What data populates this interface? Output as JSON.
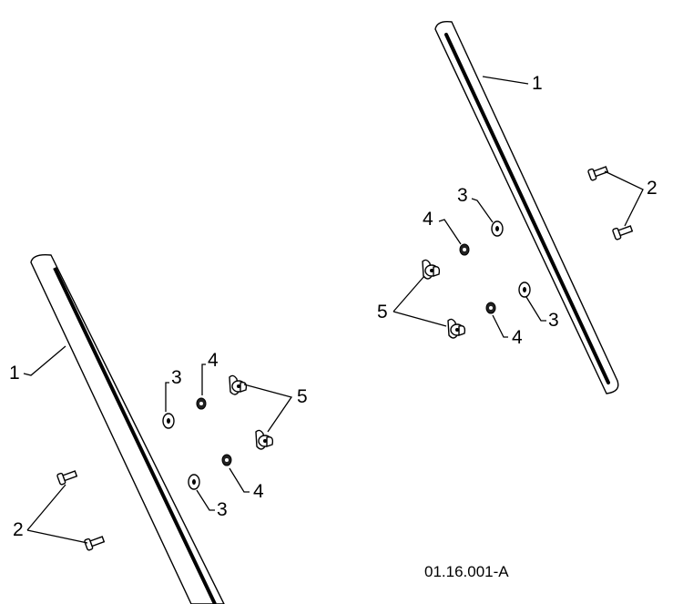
{
  "figure_ref": "01.16.001-A",
  "callouts": {
    "r1": "1",
    "r2": "2",
    "r3a": "3",
    "r3b": "3",
    "r4a": "4",
    "r4b": "4",
    "r5": "5",
    "l1": "1",
    "l2": "2",
    "l3a": "3",
    "l3b": "3",
    "l4a": "4",
    "l4b": "4",
    "l5": "5"
  }
}
